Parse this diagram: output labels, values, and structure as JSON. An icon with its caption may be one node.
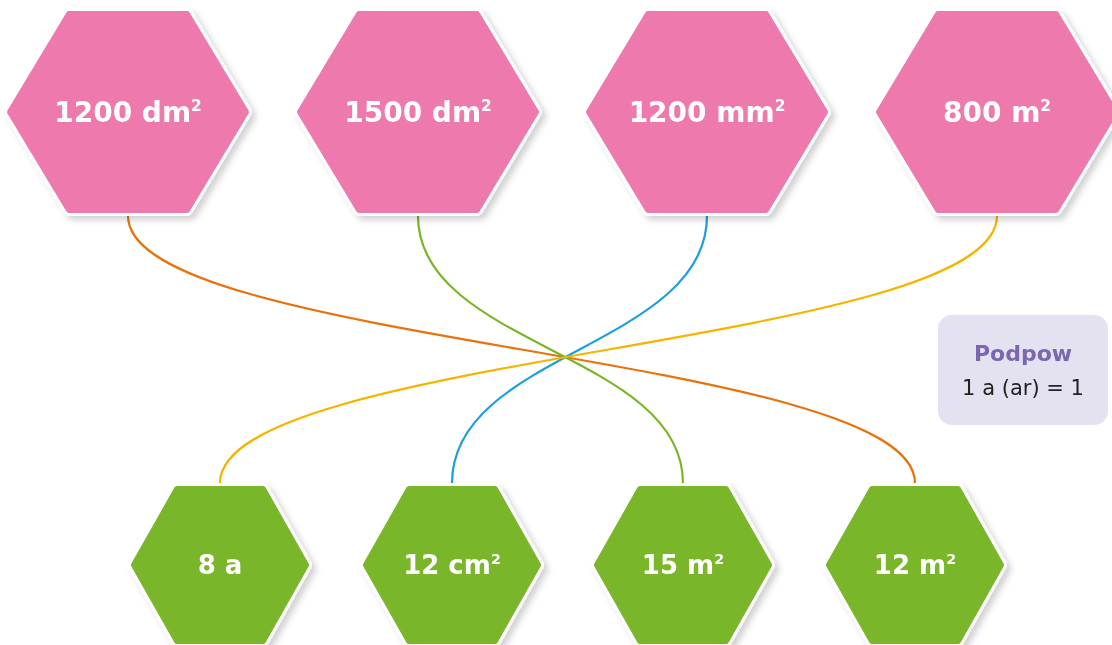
{
  "diagram": {
    "nodes": [
      {
        "text": [
          "1200 dm$^{2}$"
        ]
      },
      {
        "text": [
          "1500 dm$^{2}$"
        ]
      },
      {
        "text": [
          "1200 mm$^{2}$"
        ]
      },
      {
        "text": [
          "800 m$^{2}$"
        ]
      },
      {
        "text": [
          "8 a"
        ]
      },
      {
        "text": [
          "12 cm$^{2}$"
        ]
      },
      {
        "text": [
          "15 m$^{2}$"
        ]
      },
      {
        "text": [
          "12 m$^{2}$"
        ]
      },
      {
        "text": [
          "Podpow",
          "1 a (ar) = 1"
        ]
      }
    ],
    "edges": [
      {
        "from": 0,
        "to": 7,
        "arrow": "none",
        "color": "#e8720c"
      },
      {
        "from": 1,
        "to": 6,
        "arrow": "none",
        "color": "#7ab526"
      },
      {
        "from": 2,
        "to": 5,
        "arrow": "none",
        "color": "#1a9ee0"
      },
      {
        "from": 3,
        "to": 4,
        "arrow": "none",
        "color": "#f5b400"
      }
    ]
  }
}
